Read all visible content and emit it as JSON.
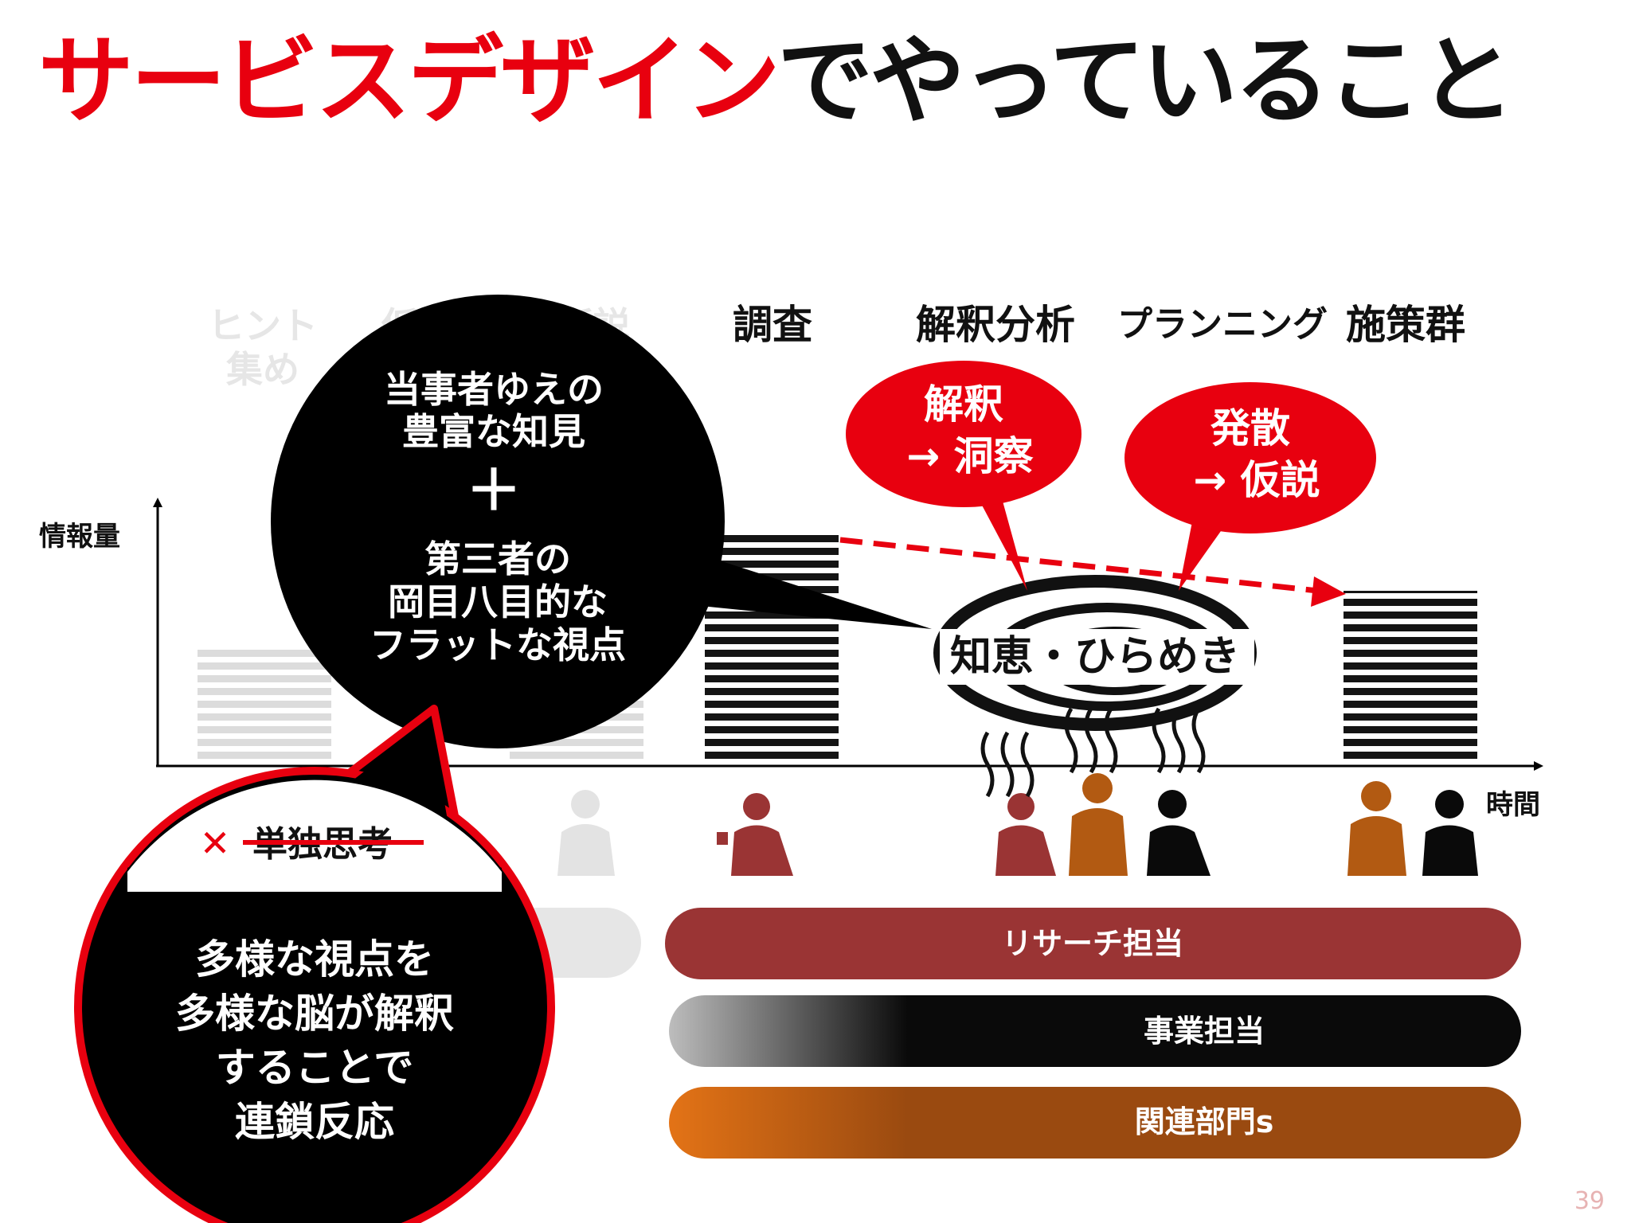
{
  "title": {
    "red": "サービスデザイン",
    "black": "でやっていること"
  },
  "page_number": "39",
  "axes": {
    "y_label": "情報量",
    "x_label": "時間"
  },
  "stages": [
    {
      "label": "ヒント",
      "label2": "集め",
      "faded": true
    },
    {
      "label": "仮説",
      "label2": "",
      "faded": true
    },
    {
      "label": "仮説",
      "label2": "",
      "faded": true
    },
    {
      "label": "調査",
      "label2": "",
      "faded": false
    },
    {
      "label": "解釈分析",
      "label2": "",
      "faded": false
    },
    {
      "label": "プランニング",
      "label2": "",
      "faded": false
    },
    {
      "label": "施策群",
      "label2": "",
      "faded": false
    }
  ],
  "bubble_black": {
    "line1": "当事者ゆえの",
    "line2": "豊富な知見",
    "plus": "＋",
    "line3": "第三者の",
    "line4": "岡目八目的な",
    "line5": "フラットな視点"
  },
  "bubble_interpret": {
    "line1": "解釈",
    "line2": "→ 洞察"
  },
  "bubble_diverge": {
    "line1": "発散",
    "line2": "→ 仮説"
  },
  "swirl_label": "知恵・ひらめき",
  "bubble_bottom": {
    "cross": "✕",
    "struck": "単独思考",
    "line1": "多様な視点を",
    "line2": "多様な脳が解釈",
    "line3": "することで",
    "line4": "連鎖反応"
  },
  "roles": [
    {
      "label": "リサーチ担当",
      "color": "#9a3434"
    },
    {
      "label": "事業担当",
      "color": "#0a0a0a"
    },
    {
      "label": "関連部門s",
      "color": "#9a4a10"
    }
  ],
  "colors": {
    "accent": "#e8000f",
    "research": "#9a3434",
    "business": "#0a0a0a",
    "related": "#b25a12"
  }
}
